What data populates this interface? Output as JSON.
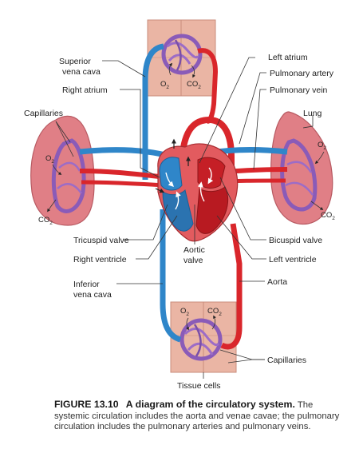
{
  "labels": {
    "superior_vena_cava": [
      "Superior",
      "vena cava"
    ],
    "right_atrium": "Right atrium",
    "capillaries_left": "Capillaries",
    "left_atrium": "Left atrium",
    "pulmonary_artery": "Pulmonary artery",
    "pulmonary_vein": "Pulmonary vein",
    "lung": "Lung",
    "tricuspid_valve": "Tricuspid valve",
    "aortic_valve": [
      "Aortic",
      "valve"
    ],
    "bicuspid_valve": "Bicuspid valve",
    "right_ventricle": "Right ventricle",
    "left_ventricle": "Left ventricle",
    "inferior_vena_cava": [
      "Inferior",
      "vena cava"
    ],
    "aorta": "Aorta",
    "capillaries_bottom": "Capillaries",
    "tissue_cells": "Tissue cells"
  },
  "gases": {
    "o2": "O",
    "co2": "CO",
    "sub": "2"
  },
  "caption": {
    "figure_number": "FIGURE 13.10",
    "title": "A diagram of the circulatory system.",
    "text": "The systemic circulation includes the aorta and venae cavae; the pulmonary circulation includes the pulmonary arteries and pulmonary veins."
  },
  "colors": {
    "oxygenated": "#d9262b",
    "deoxygenated": "#2f86c9",
    "capillary_mix": "#8a5bb8",
    "tissue": "#e9b3a3",
    "lung": "#e07f86"
  }
}
